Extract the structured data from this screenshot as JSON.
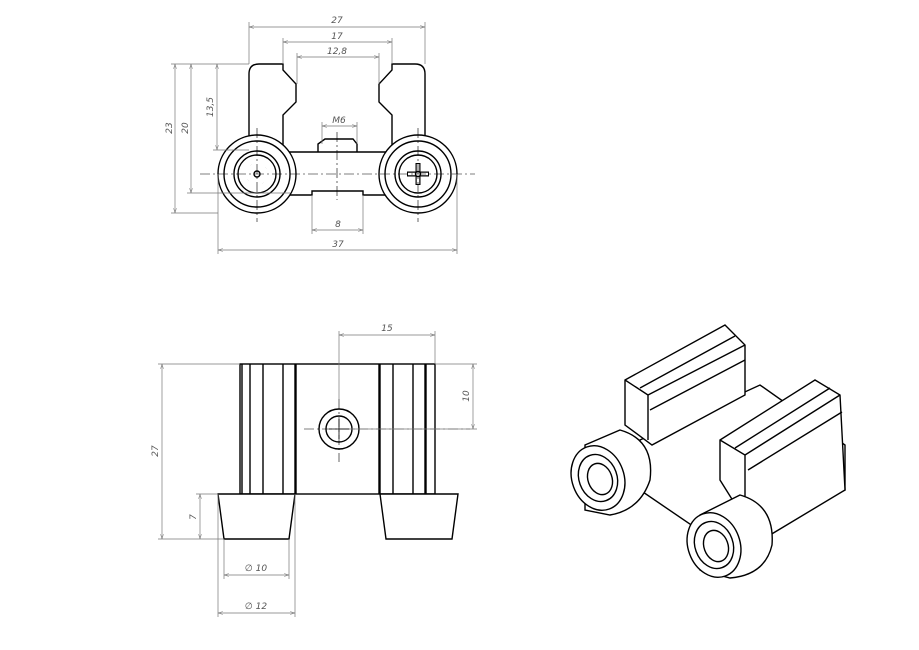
{
  "top_view": {
    "dims": {
      "overall_width": "27",
      "inner_width": "17",
      "slot_width": "12,8",
      "thread": "M6",
      "height_total": "23",
      "height_body": "20",
      "height_slot": "13,5",
      "bottom_notch": "8",
      "wheel_span": "37"
    }
  },
  "front_view": {
    "dims": {
      "hole_offset_x": "15",
      "hole_offset_y": "10",
      "height": "27",
      "wheel_height": "7",
      "wheel_dia_small": "∅ 10",
      "wheel_dia_large": "∅ 12"
    }
  },
  "colors": {
    "line": "#000000",
    "dimension": "#777777"
  }
}
